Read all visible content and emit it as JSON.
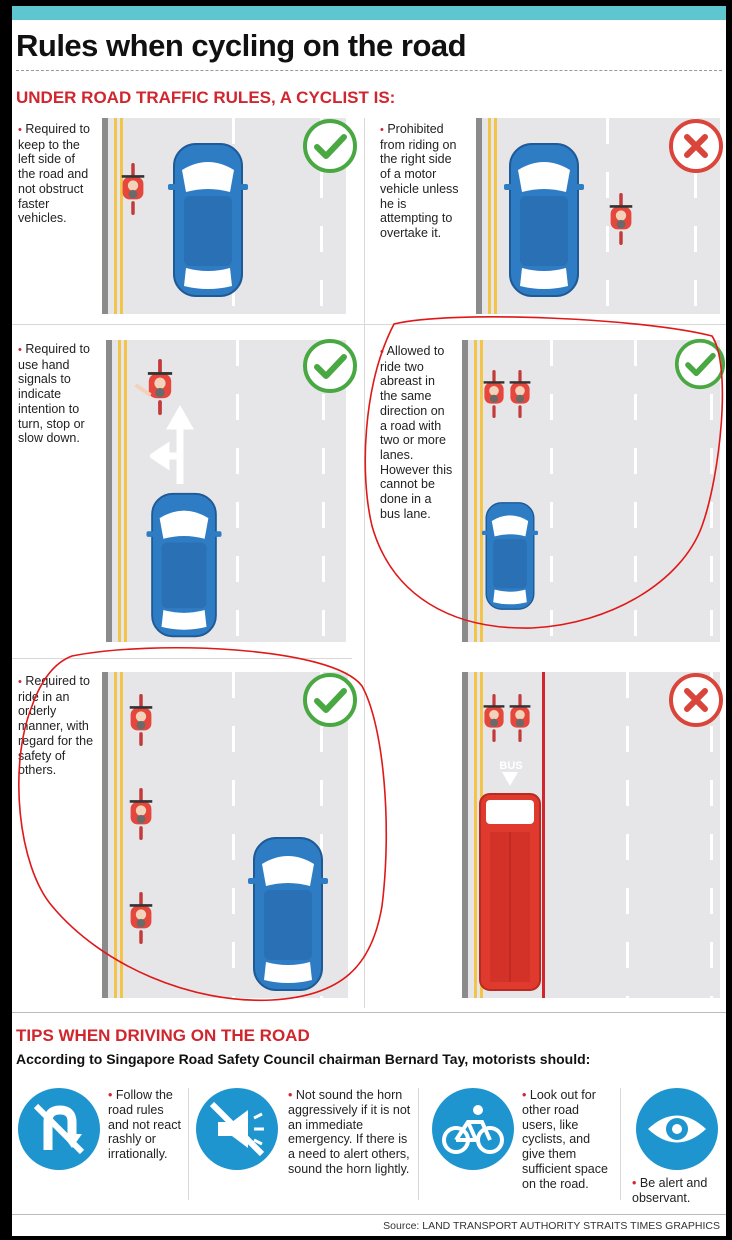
{
  "title": "Rules when cycling on the road",
  "section_heading": "UNDER ROAD TRAFFIC RULES, A CYCLIST IS:",
  "panels": [
    {
      "bullet": "•",
      "text": "Required to keep to the left side of the road and not obstruct faster vehicles.",
      "verdict": "check"
    },
    {
      "bullet": "•",
      "text": "Prohibited from riding on the right side of a motor vehicle unless he is attempting to overtake it.",
      "verdict": "cross"
    },
    {
      "bullet": "•",
      "text": "Required to use hand signals to indicate intention to turn, stop or slow down.",
      "verdict": "check"
    },
    {
      "bullet": "•",
      "text": "Allowed to ride two abreast in the same direction on a road with two or more lanes. However this cannot be done in a bus lane.",
      "verdict": "check"
    },
    {
      "bullet": "•",
      "text": "Required to ride in an orderly manner, with regard for the safety of others.",
      "verdict": "check"
    },
    {
      "verdict": "cross",
      "bus_label": "BUS"
    }
  ],
  "tips_heading": "TIPS WHEN DRIVING ON THE ROAD",
  "tips_subheading": "According to Singapore Road Safety Council chairman Bernard Tay, motorists should:",
  "tips": [
    {
      "bullet": "•",
      "text": "Follow the road rules and not react rashly or irrationally.",
      "icon": "no-u-turn-icon"
    },
    {
      "bullet": "•",
      "text": "Not sound the horn aggressively if it is not an immediate emergency. If there is a need to alert others, sound the horn lightly.",
      "icon": "no-horn-icon"
    },
    {
      "bullet": "•",
      "text": "Look out for other road users, like cyclists, and give them sufficient space on the road.",
      "icon": "bicycle-icon"
    },
    {
      "bullet": "•",
      "text": "Be alert and observant.",
      "icon": "eye-icon"
    }
  ],
  "source": "Source: LAND TRANSPORT AUTHORITY   STRAITS TIMES GRAPHICS",
  "colors": {
    "accent_red": "#d0262e",
    "check_green": "#4aa843",
    "teal_bar": "#5ec6cf",
    "car_blue": "#2e7cc4",
    "bus_red": "#e03a2e",
    "tip_blue": "#1f95cf"
  }
}
